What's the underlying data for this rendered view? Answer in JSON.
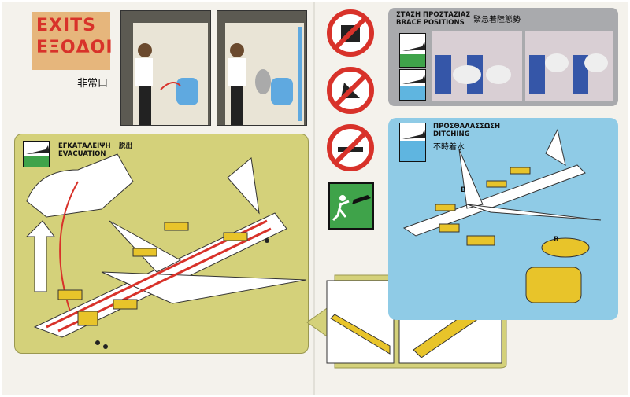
{
  "exits": {
    "title_en": "EXITS",
    "title_gr": "ΕΞΟΔΟΙ",
    "title_jp": "非常口"
  },
  "evacuation": {
    "title_gr": "ΕΓΚΑΤΑΛΕΙΨΗ",
    "title_en": "EVACUATION",
    "title_jp": "脱出"
  },
  "brace": {
    "title_gr": "ΣΤΑΣΗ ΠΡΟΣΤΑΣΙΑΣ",
    "title_en": "BRACE POSITIONS",
    "title_jp": "緊急着陸態勢"
  },
  "ditching": {
    "title_gr": "ΠΡΟΣΘΑΛΑΣΣΩΣΗ",
    "title_en": "DITCHING",
    "title_jp": "不時着水",
    "raft_label": "B"
  },
  "prohibitions": [
    "no-baggage-icon",
    "no-high-heels-icon",
    "no-smoking-icon"
  ],
  "colors": {
    "exits_bg": "#e6b67c",
    "evacuation_bg": "#d4d17a",
    "brace_bg": "#a9aaad",
    "ditching_bg": "#8fcbe6",
    "slide": "#e8c42a",
    "red": "#d8322a",
    "exit_sign_green": "#3fa34a"
  }
}
